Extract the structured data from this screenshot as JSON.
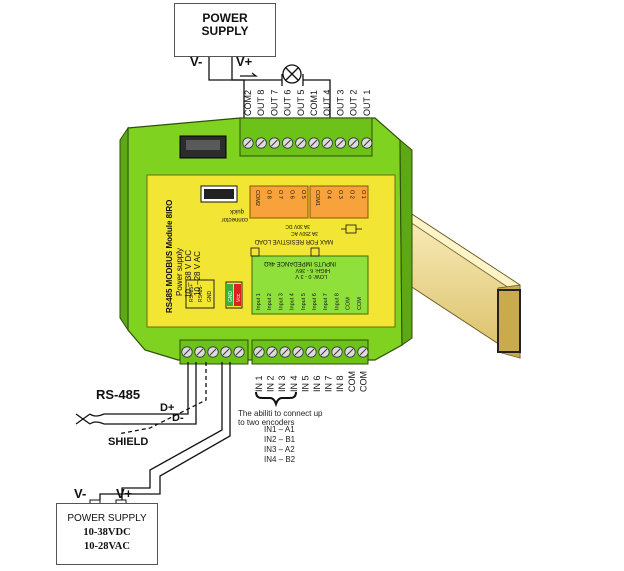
{
  "top_supply": {
    "line1": "POWER",
    "line2": "SUPPLY",
    "vminus": "V-",
    "vplus": "V+"
  },
  "outputs_top": [
    "COM2",
    "OUT 8",
    "OUT 7",
    "OUT 6",
    "OUT 5",
    "COM1",
    "OUT 4",
    "OUT 3",
    "OUT 2",
    "OUT 1"
  ],
  "module": {
    "title": "RS485 MODBUS Module 8IRO",
    "supply_line1": "Power supply",
    "supply_line2": "10 – 38 V DC",
    "supply_line3": "10 –28 V AC",
    "rs485_plus": "RS485+",
    "rs485_minus": "RS485-",
    "gnd_a": "GND",
    "gnd_b": "GND",
    "vcc": "Vcc",
    "quick_line1": "quick",
    "quick_line2": "connector",
    "relay_top": [
      "COM2",
      "O 8",
      "O 7",
      "O 6",
      "O 5"
    ],
    "relay_top2": [
      "COM1",
      "O 4",
      "O 3",
      "O 2",
      "O 1"
    ],
    "max_load_1": "MAX FOR RESISTIVE LOAD",
    "max_load_2": "3A 250V AC",
    "max_load_3": "3A 30V DC",
    "inputs_1": "INPUTS IMPEDANCE 4kΩ",
    "inputs_2": "HIGH: 6 - 36V",
    "inputs_3": "LOW: 0 - 3 V",
    "input_cols": [
      "Input 1",
      "Input 2",
      "Input 3",
      "Input 4",
      "Input 5",
      "Input 6",
      "Input 7",
      "Input 8",
      "COM",
      "COM"
    ]
  },
  "inputs_bottom": [
    "IN 1",
    "IN 2",
    "IN 3",
    "IN 4",
    "IN 5",
    "IN 6",
    "IN 7",
    "IN 8",
    "COM",
    "COM"
  ],
  "rs485": {
    "label": "RS-485",
    "dplus": "D+",
    "dminus": "D-",
    "shield": "SHIELD"
  },
  "encoder": {
    "note_line1": "The abiliti to connect up",
    "note_line2": "to two encoders",
    "pairs": [
      "IN1 – A1",
      "IN2 – B1",
      "IN3 – A2",
      "IN4 – B2"
    ]
  },
  "bottom_supply": {
    "line1": "POWER SUPPLY",
    "line2": "10-38VDC",
    "line3": "10-28VAC",
    "vminus": "V-",
    "vplus": "V+"
  },
  "colors": {
    "module_green": "#7fd320",
    "panel_yellow": "#f2e533",
    "relay_orange": "#f7a23a",
    "rail": "#f0d98a"
  }
}
